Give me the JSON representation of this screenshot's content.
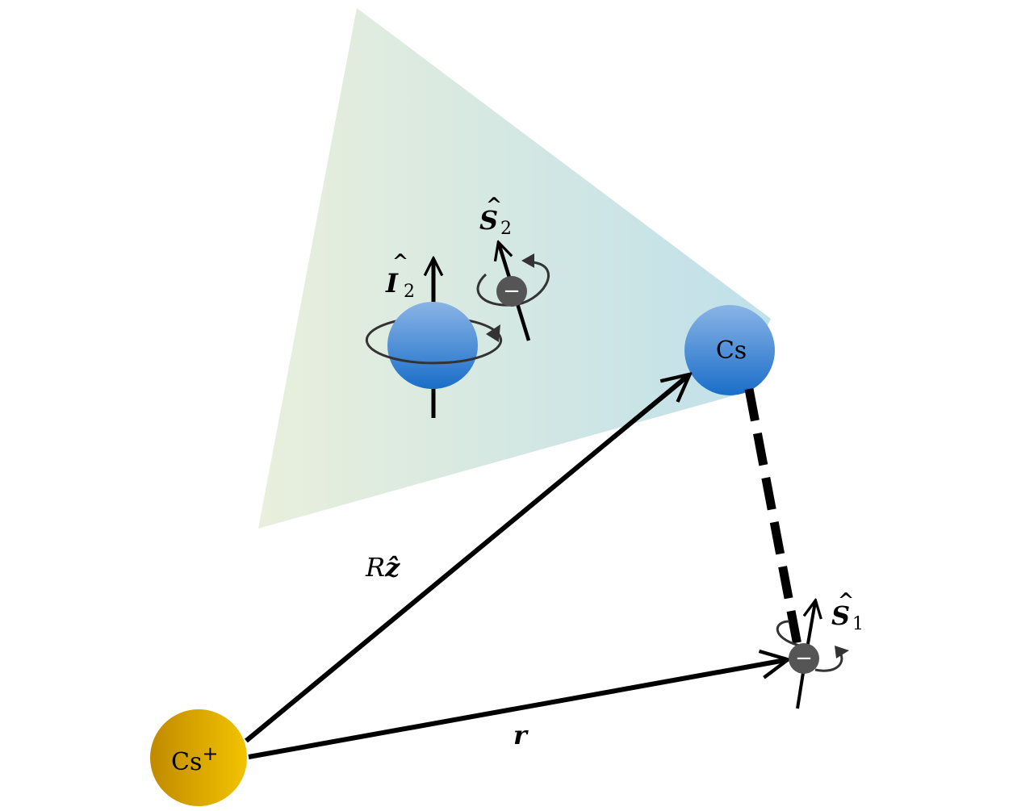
{
  "atoms": {
    "ion_label": "Cs",
    "ion_charge": "+",
    "neutral_label": "Cs"
  },
  "vectors": {
    "R_letter": "R",
    "R_unit": "ẑ",
    "r_label": "r",
    "I2_letter": "I",
    "I2_hat": "^",
    "I2_sub": "2",
    "S2_letter": "S",
    "S2_hat": "^",
    "S2_sub": "2",
    "S1_letter": "S",
    "S1_hat": "^",
    "S1_sub": "1"
  },
  "electrons": {
    "electron2_sign": "−",
    "electron1_sign": "−"
  },
  "colors": {
    "ion_dark": "#c08a00",
    "ion_light": "#f3c300",
    "neutral_top": "#8ab4e6",
    "neutral_bottom": "#1a6ec9",
    "plane_left": "#e9efdc",
    "plane_right": "#bfe0ea",
    "electron": "#555555"
  }
}
